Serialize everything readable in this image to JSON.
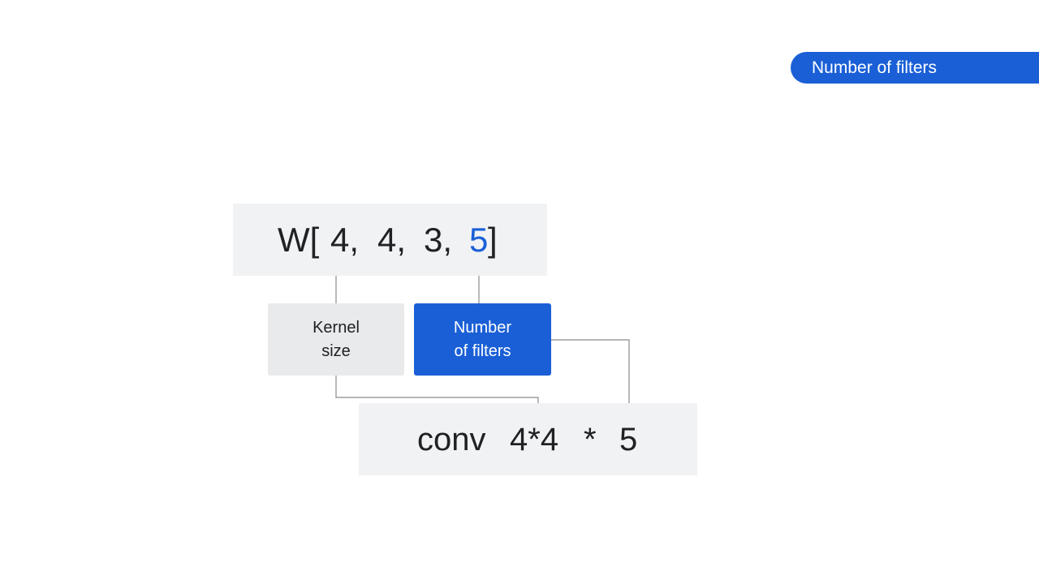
{
  "header": {
    "topic_label": "Number of filters"
  },
  "weight_shape": {
    "prefix": "W[",
    "dims": [
      "4,",
      "4,",
      "3,",
      "5"
    ],
    "suffix": "]"
  },
  "labels": {
    "kernel_line1": "Kernel",
    "kernel_line2": "size",
    "filters_line1": "Number",
    "filters_line2": "of filters"
  },
  "conv_expression": {
    "word": "conv",
    "kernel": "4*4",
    "operator": "*",
    "filters": "5"
  },
  "colors": {
    "accent_blue": "#1a5fd6",
    "panel_gray": "#f1f2f4",
    "label_gray": "#e9eaec",
    "connector": "#8a8a8a"
  }
}
